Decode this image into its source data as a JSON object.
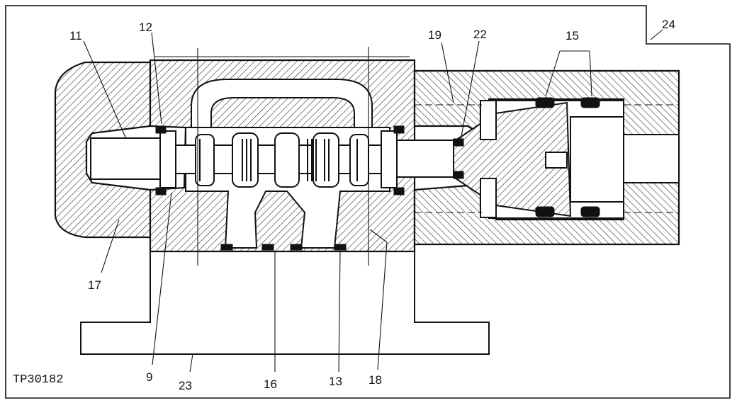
{
  "figure_id": "TP30182",
  "callouts": {
    "c9": "9",
    "c11": "11",
    "c12": "12",
    "c13": "13",
    "c15": "15",
    "c16": "16",
    "c17": "17",
    "c18": "18",
    "c19": "19",
    "c22": "22",
    "c23": "23",
    "c24": "24"
  }
}
